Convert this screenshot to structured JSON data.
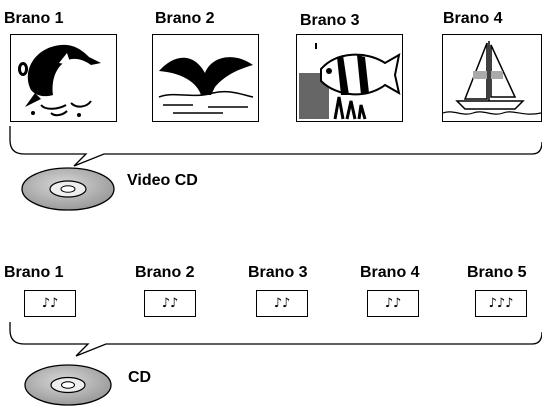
{
  "video_cd": {
    "label": "Video CD",
    "tracks": [
      {
        "label": "Brano 1",
        "picture": "dolphin-jumping-icon"
      },
      {
        "label": "Brano 2",
        "picture": "whale-tail-icon"
      },
      {
        "label": "Brano 3",
        "picture": "tropical-fish-icon"
      },
      {
        "label": "Brano 4",
        "picture": "sailboat-icon"
      }
    ]
  },
  "cd": {
    "label": "CD",
    "tracks": [
      {
        "label": "Brano 1",
        "symbol": "♪♪"
      },
      {
        "label": "Brano 2",
        "symbol": "♪♪"
      },
      {
        "label": "Brano 3",
        "symbol": "♪♪"
      },
      {
        "label": "Brano 4",
        "symbol": "♪♪"
      },
      {
        "label": "Brano 5",
        "symbol": "♪♪♪"
      }
    ]
  }
}
